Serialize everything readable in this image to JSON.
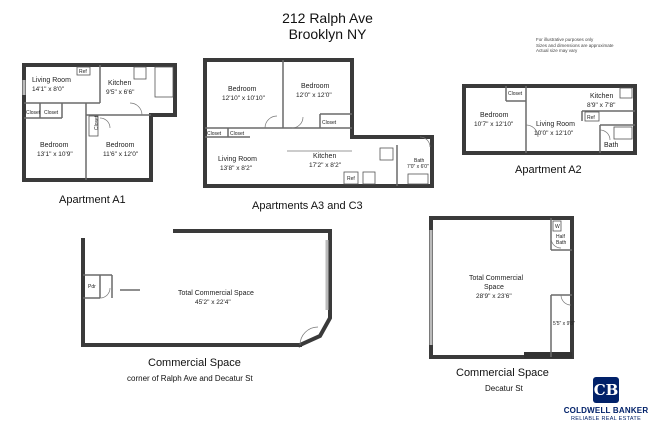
{
  "header": {
    "address_line1": "212 Ralph Ave",
    "address_line2": "Brooklyn NY"
  },
  "disclaimer": [
    "For illustrative purposes only",
    "Sizes and dimensions are approximate",
    "Actual size may vary"
  ],
  "apartment_a1": {
    "caption": "Apartment A1",
    "living_room": {
      "name": "Living Room",
      "dims": "14'1\" x 8'0\""
    },
    "kitchen": {
      "name": "Kitchen",
      "dims": "9'5\" x 6'6\""
    },
    "ref": "Ref",
    "closet1": "Closet",
    "closet2": "Closet",
    "closet3": "Closet",
    "bedroom1": {
      "name": "Bedroom",
      "dims": "13'1\" x 10'9\""
    },
    "bedroom2": {
      "name": "Bedroom",
      "dims": "11'6\" x 12'0\""
    }
  },
  "apartment_a3": {
    "caption": "Apartments A3 and C3",
    "bedroom1": {
      "name": "Bedroom",
      "dims": "12'10\" x 10'10\""
    },
    "bedroom2": {
      "name": "Bedroom",
      "dims": "12'0\" x 12'0\""
    },
    "closet1": "Closet",
    "closet2": "Closet",
    "closet3": "Closet",
    "living_room": {
      "name": "Living Room",
      "dims": "13'8\" x 8'2\""
    },
    "kitchen": {
      "name": "Kitchen",
      "dims": "17'2\" x 8'2\""
    },
    "bath": {
      "name": "Bath",
      "dims": "7'0\" x 6'0\""
    },
    "ref": "Ref"
  },
  "apartment_a2": {
    "caption": "Apartment A2",
    "closet": "Closet",
    "bedroom": {
      "name": "Bedroom",
      "dims": "10'7\" x 12'10\""
    },
    "living_room": {
      "name": "Living Room",
      "dims": "10'0\" x 12'10\""
    },
    "kitchen": {
      "name": "Kitchen",
      "dims": "8'9\" x 7'8\""
    },
    "ref": "Ref",
    "bath": "Bath"
  },
  "commercial_1": {
    "caption": "Commercial Space",
    "subcaption": "corner of Ralph Ave and Decatur St",
    "pdr": "Pdr",
    "label_line1": "Total Commercial Space",
    "dims": "45'2\" x 22'4\""
  },
  "commercial_2": {
    "caption": "Commercial Space",
    "subcaption": "Decatur St",
    "w": "W",
    "half_bath_line1": "Half",
    "half_bath_line2": "Bath",
    "label_line1": "Total Commercial",
    "label_line2": "Space",
    "dims": "28'9\" x 23'6\"",
    "small_room_dims": "5'5\" x 9'8\""
  },
  "logo": {
    "name": "COLDWELL BANKER",
    "sub": "RELIABLE REAL ESTATE",
    "mark": "CB"
  }
}
